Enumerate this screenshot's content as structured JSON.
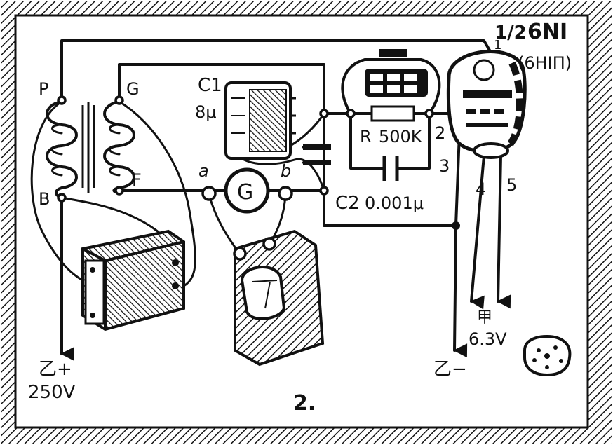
{
  "figure_number": "2.",
  "transformer": {
    "primary_top": "P",
    "primary_bottom": "B",
    "secondary_top": "G",
    "secondary_bottom": "F"
  },
  "capacitor_c1": {
    "name": "C1",
    "value": "8μ"
  },
  "capacitor_c2": {
    "name": "C2",
    "value": "0.001μ"
  },
  "resistor": {
    "name": "R",
    "value": "500K"
  },
  "galvanometer": {
    "symbol": "G",
    "terminal_a": "a",
    "terminal_b": "b"
  },
  "tube": {
    "fraction": "1/2",
    "name": "6NI",
    "alt_name": "(6HIП)"
  },
  "pins": [
    "1",
    "2",
    "3",
    "4",
    "5"
  ],
  "supply_plus": {
    "label": "乙+",
    "voltage": "250V"
  },
  "supply_minus": {
    "label": "乙−"
  },
  "heater": {
    "label": "甲",
    "voltage": "6.3V"
  }
}
